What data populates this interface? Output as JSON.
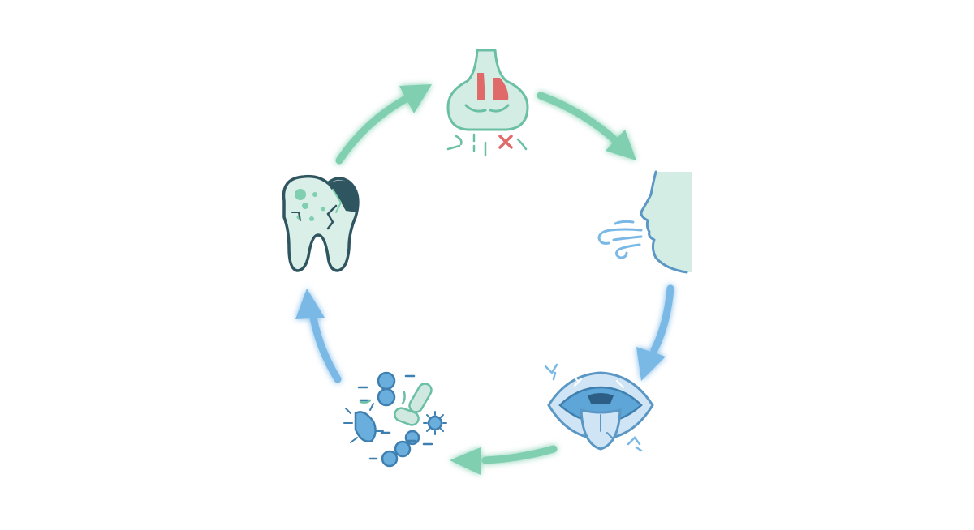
{
  "diagram": {
    "type": "cycle",
    "nodes": [
      {
        "id": "blocked-nose",
        "icon": "blocked-nose-icon"
      },
      {
        "id": "mouth-breathing",
        "icon": "mouth-breathing-profile-icon"
      },
      {
        "id": "dry-mouth",
        "icon": "dry-mouth-tongue-icon"
      },
      {
        "id": "bacteria",
        "icon": "bacteria-growth-icon"
      },
      {
        "id": "tooth-decay",
        "icon": "decayed-tooth-icon"
      }
    ],
    "edges": [
      {
        "from": "blocked-nose",
        "to": "mouth-breathing"
      },
      {
        "from": "mouth-breathing",
        "to": "dry-mouth"
      },
      {
        "from": "dry-mouth",
        "to": "bacteria"
      },
      {
        "from": "bacteria",
        "to": "tooth-decay"
      },
      {
        "from": "tooth-decay",
        "to": "blocked-nose"
      }
    ]
  },
  "colors": {
    "green_arrow": "#7fcfb0",
    "blue_arrow": "#7ab8e6",
    "mint_fill": "#d3ede4",
    "teal_stroke": "#6bbfa5",
    "red_accent": "#e06a6a",
    "blue_stroke": "#5b97c4",
    "light_blue_fill": "#cfe4f4",
    "dark_tooth_stroke": "#2f5560"
  }
}
